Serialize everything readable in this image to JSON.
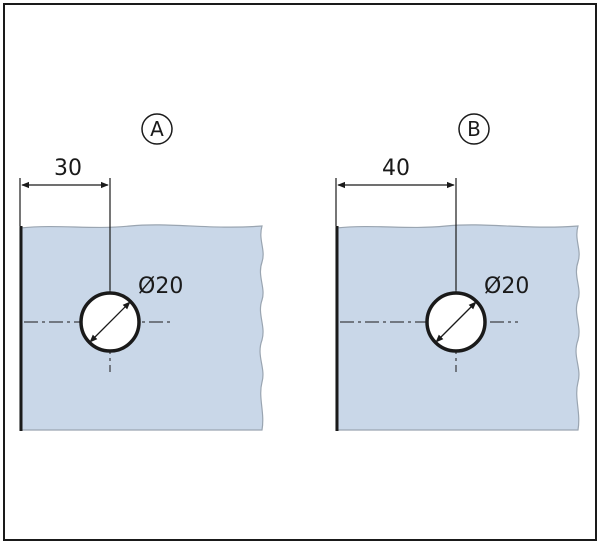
{
  "panels": [
    {
      "label": "A",
      "edge_distance": "30",
      "diameter": "Ø20"
    },
    {
      "label": "B",
      "edge_distance": "40",
      "diameter": "Ø20"
    }
  ],
  "colors": {
    "plate_fill": "#c9d7e8",
    "plate_edge": "#8a96a3",
    "line": "#1a1a1a",
    "frame": "#1a1a1a"
  }
}
